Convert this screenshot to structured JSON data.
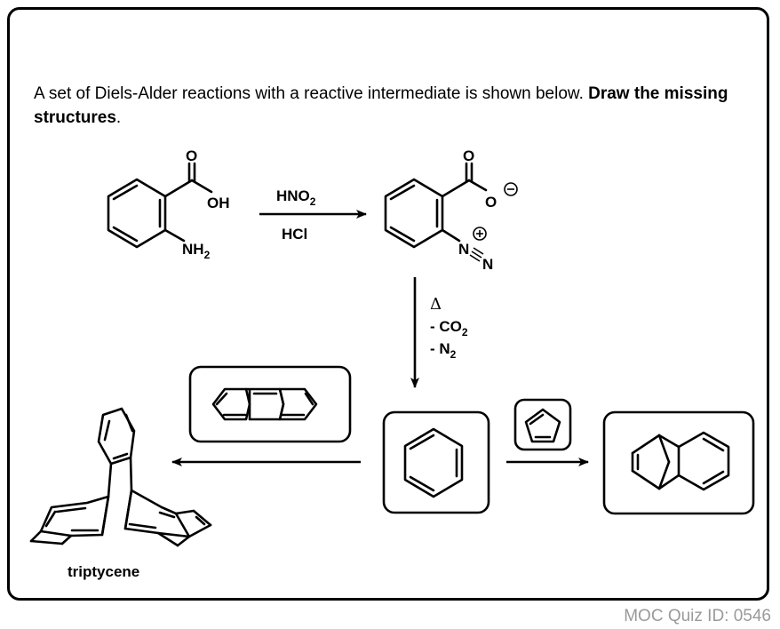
{
  "prompt": {
    "text_plain": "A set of Diels-Alder reactions with a reactive intermediate is shown below. ",
    "text_bold": "Draw the missing structures",
    "text_end": "."
  },
  "reagents": {
    "step1_top": "HNO",
    "step1_top_sub": "2",
    "step1_bottom": "HCl",
    "heat": "Δ",
    "loss1": "- CO",
    "loss1_sub": "2",
    "loss2": "- N",
    "loss2_sub": "2"
  },
  "atoms": {
    "O": "O",
    "OH": "OH",
    "NH": "NH",
    "NH_sub": "2",
    "N": "N"
  },
  "names": {
    "triptycene": "triptycene"
  },
  "footer": "MOC Quiz ID: 0546"
}
